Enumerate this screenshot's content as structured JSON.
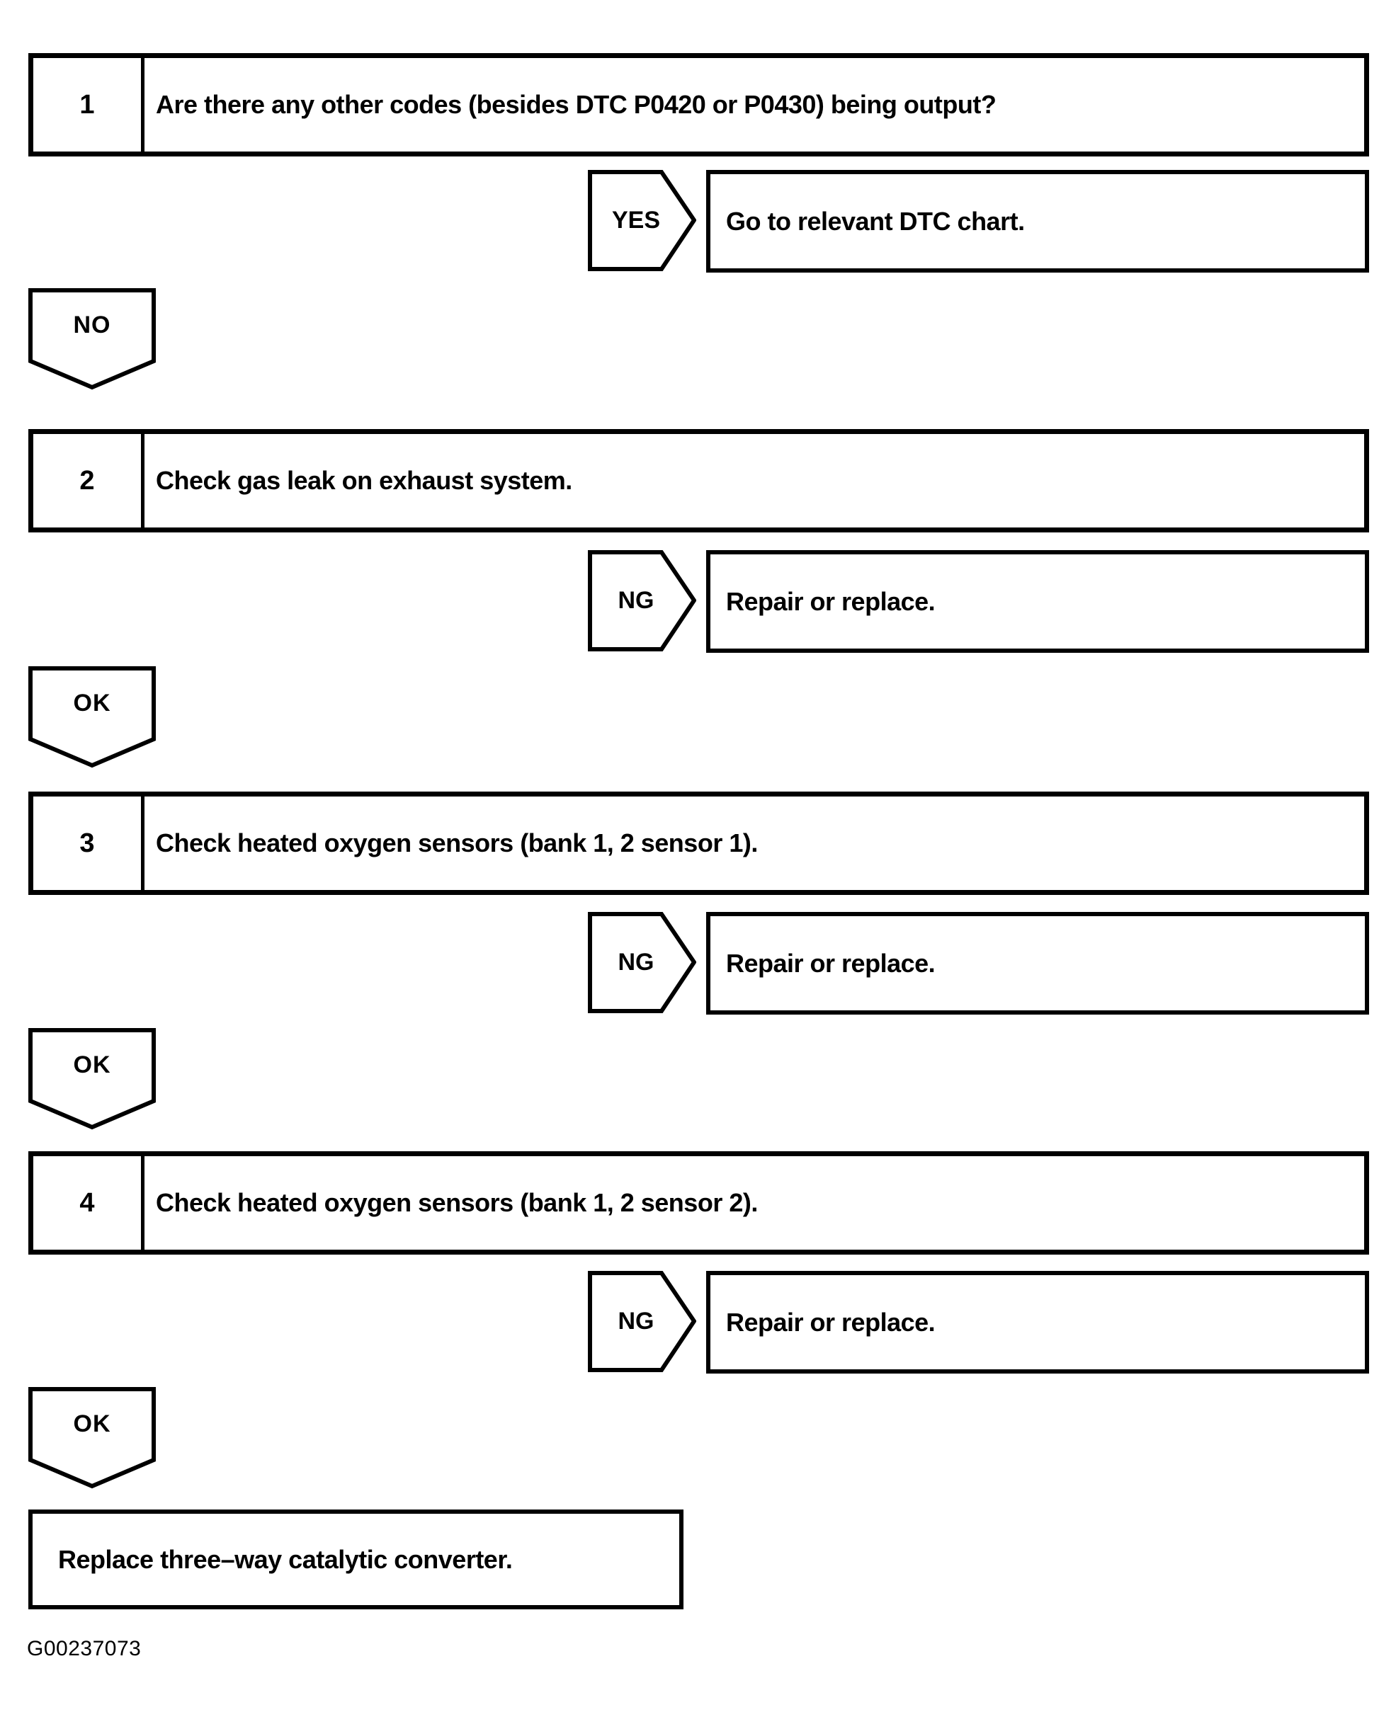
{
  "figure_label": "G00237073",
  "colors": {
    "line": "#000000",
    "background": "#ffffff"
  },
  "shapes": {
    "branch_tag": "right-pointing-pentagon",
    "continue_tag": "down-pointing-pentagon"
  },
  "steps": [
    {
      "number": "1",
      "question": "Are there any other codes (besides DTC P0420 or P0430) being output?",
      "branch_label": "YES",
      "branch_result": "Go to relevant DTC chart.",
      "continue_label": "NO"
    },
    {
      "number": "2",
      "question": "Check gas leak on exhaust system.",
      "branch_label": "NG",
      "branch_result": "Repair or replace.",
      "continue_label": "OK"
    },
    {
      "number": "3",
      "question": "Check heated oxygen sensors (bank 1, 2 sensor 1).",
      "branch_label": "NG",
      "branch_result": "Repair or replace.",
      "continue_label": "OK"
    },
    {
      "number": "4",
      "question": "Check heated oxygen sensors (bank 1, 2 sensor 2).",
      "branch_label": "NG",
      "branch_result": "Repair or replace.",
      "continue_label": "OK"
    }
  ],
  "final_action": "Replace three–way catalytic converter."
}
